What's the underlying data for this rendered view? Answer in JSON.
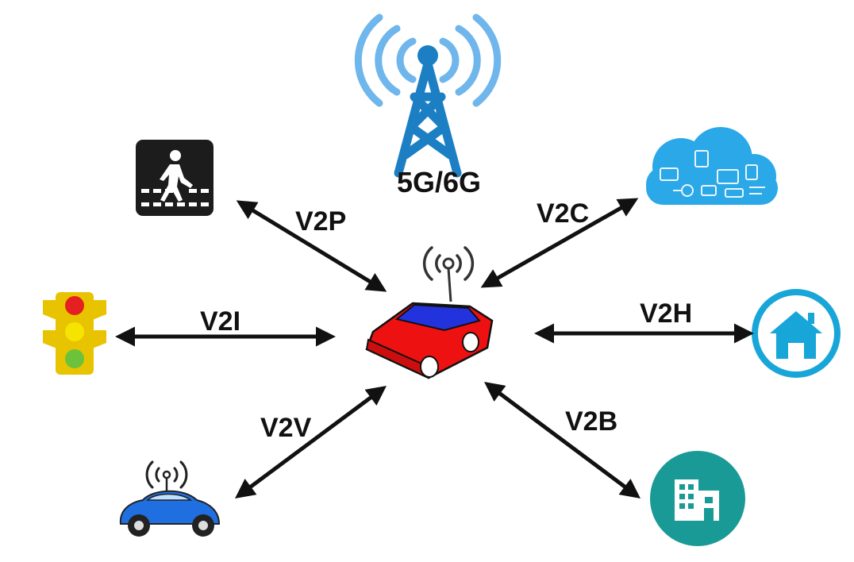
{
  "tower": {
    "label": "5G/6G",
    "icon": "cell-tower-icon",
    "color": "#1c7fc4",
    "wave_color": "#6fb6ec"
  },
  "links": [
    {
      "id": "v2p",
      "label": "V2P",
      "target": "pedestrian"
    },
    {
      "id": "v2c",
      "label": "V2C",
      "target": "cloud"
    },
    {
      "id": "v2i",
      "label": "V2I",
      "target": "traffic-light"
    },
    {
      "id": "v2h",
      "label": "V2H",
      "target": "home"
    },
    {
      "id": "v2v",
      "label": "V2V",
      "target": "vehicle"
    },
    {
      "id": "v2b",
      "label": "V2B",
      "target": "building"
    }
  ],
  "icons": {
    "center": "connected-car-icon",
    "pedestrian": "pedestrian-crossing-icon",
    "cloud": "cloud-icon",
    "traffic_light": "traffic-light-icon",
    "home": "home-icon",
    "vehicle": "blue-car-icon",
    "building": "building-icon"
  },
  "colors": {
    "arrow": "#111111",
    "center_car_body": "#ee1111",
    "center_car_window": "#2233dd",
    "cloud": "#2aa8e8",
    "home": "#18a6d8",
    "building": "#1a9a96",
    "traffic_light_housing": "#e8c400",
    "pedestrian_sign": "#1c1c1c",
    "blue_car": "#1f6fe0"
  }
}
